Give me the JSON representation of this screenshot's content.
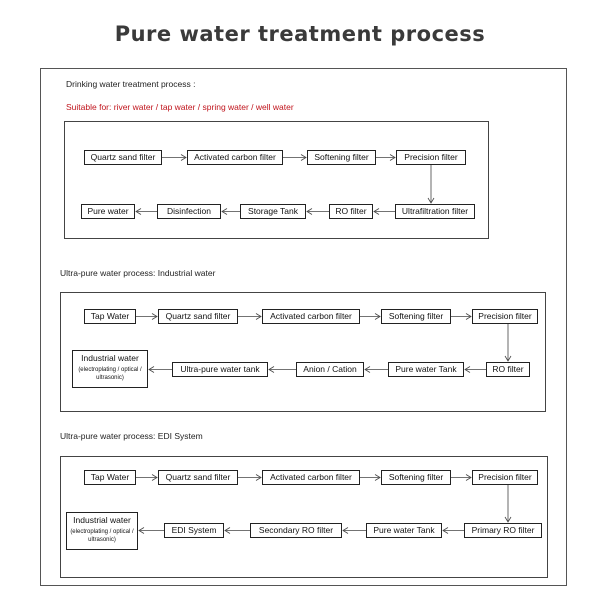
{
  "title": "Pure water treatment process",
  "sections": [
    {
      "heading": "Drinking water treatment process :",
      "subtitle": "Suitable for: river water / tap water / spring water / well water",
      "row1": [
        "Quartz sand filter",
        "Activated carbon filter",
        "Softening filter",
        "Precision filter"
      ],
      "row2": [
        "Pure water",
        "Disinfection",
        "Storage Tank",
        "RO filter",
        "Ultrafiltration filter"
      ]
    },
    {
      "heading": "Ultra-pure water process: Industrial water",
      "row1": [
        "Tap Water",
        "Quartz sand filter",
        "Activated carbon filter",
        "Softening filter",
        "Precision filter"
      ],
      "row2": [
        "Industrial water",
        "Ultra-pure water tank",
        "Anion / Cation",
        "Pure water Tank",
        "RO filter"
      ],
      "end_sub": "(electroplating / optical / ultrasonic)"
    },
    {
      "heading": "Ultra-pure water process: EDI System",
      "row1": [
        "Tap Water",
        "Quartz sand filter",
        "Activated carbon filter",
        "Softening filter",
        "Precision filter"
      ],
      "row2": [
        "Industrial water",
        "EDI System",
        "Secondary RO filter",
        "Pure water Tank",
        "Primary RO filter"
      ],
      "end_sub": "(electroplating / optical / ultrasonic)"
    }
  ]
}
